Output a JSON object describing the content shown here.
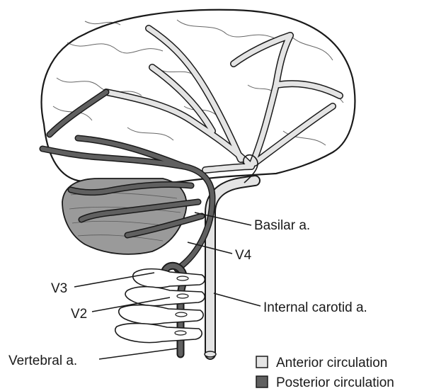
{
  "labels": {
    "basilar": "Basilar a.",
    "v4": "V4",
    "v3": "V3",
    "v2": "V2",
    "internal_carotid": "Internal carotid a.",
    "vertebral": "Vertebral a."
  },
  "legend": {
    "anterior": "Anterior circulation",
    "posterior": "Posterior circulation"
  },
  "colors": {
    "anterior": "#e4e4e4",
    "posterior": "#606060",
    "cerebellum": "#9a9a9a",
    "outline": "#1a1a1a"
  }
}
